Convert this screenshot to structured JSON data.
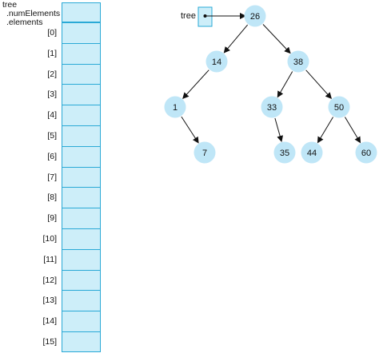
{
  "array_labels": {
    "tree": "tree",
    "num_elements": ".numElements",
    "elements": ".elements"
  },
  "indices": [
    "[0]",
    "[1]",
    "[2]",
    "[3]",
    "[4]",
    "[5]",
    "[6]",
    "[7]",
    "[8]",
    "[9]",
    "[10]",
    "[11]",
    "[12]",
    "[13]",
    "[14]",
    "[15]"
  ],
  "tree_pointer_label": "tree",
  "nodes": [
    {
      "id": "n26",
      "value": "26"
    },
    {
      "id": "n14",
      "value": "14"
    },
    {
      "id": "n38",
      "value": "38"
    },
    {
      "id": "n1",
      "value": "1"
    },
    {
      "id": "n33",
      "value": "33"
    },
    {
      "id": "n50",
      "value": "50"
    },
    {
      "id": "n7",
      "value": "7"
    },
    {
      "id": "n35",
      "value": "35"
    },
    {
      "id": "n44",
      "value": "44"
    },
    {
      "id": "n60",
      "value": "60"
    }
  ],
  "edges": [
    {
      "from": "n26",
      "to": "n14"
    },
    {
      "from": "n26",
      "to": "n38"
    },
    {
      "from": "n14",
      "to": "n1"
    },
    {
      "from": "n38",
      "to": "n33"
    },
    {
      "from": "n38",
      "to": "n50"
    },
    {
      "from": "n1",
      "to": "n7"
    },
    {
      "from": "n33",
      "to": "n35"
    },
    {
      "from": "n50",
      "to": "n44"
    },
    {
      "from": "n50",
      "to": "n60"
    }
  ],
  "colors": {
    "node_fill": "#bfe6f7",
    "cell_fill": "#cdeef9",
    "cell_border": "#2aa9d6",
    "edge": "#111111"
  }
}
